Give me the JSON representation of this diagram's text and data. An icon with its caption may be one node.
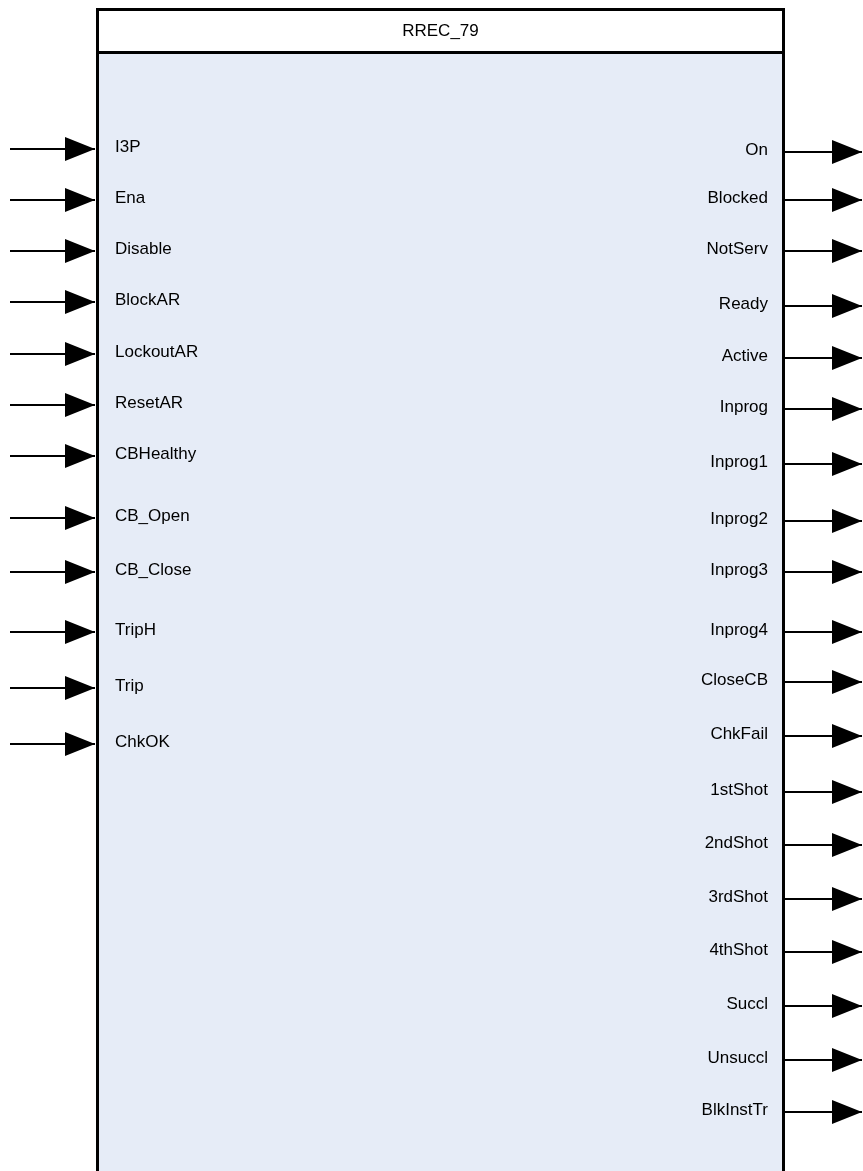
{
  "diagram": {
    "nodes": [
      {
        "text": [
          "RREC_79"
        ]
      },
      {
        "text": [
          "I3P"
        ],
        "in": 0
      },
      {
        "text": [
          "On"
        ],
        "in": 0
      },
      {
        "text": [
          "Ena"
        ],
        "in": 0
      },
      {
        "text": [
          "Blocked"
        ],
        "in": 0
      },
      {
        "text": [
          "Disable"
        ],
        "in": 0
      },
      {
        "text": [
          "NotServ"
        ],
        "in": 0
      },
      {
        "text": [
          "BlockAR"
        ],
        "in": 0
      },
      {
        "text": [
          "Ready"
        ],
        "in": 0
      },
      {
        "text": [
          "LockoutAR"
        ],
        "in": 0
      },
      {
        "text": [
          "Active"
        ],
        "in": 0
      },
      {
        "text": [
          "ResetAR"
        ],
        "in": 0
      },
      {
        "text": [
          "Inprog"
        ],
        "in": 0
      },
      {
        "text": [
          "CBHealthy"
        ],
        "in": 0
      },
      {
        "text": [
          "Inprog1"
        ],
        "in": 0
      },
      {
        "text": [
          "CB_Open"
        ],
        "in": 0
      },
      {
        "text": [
          "Inprog2"
        ],
        "in": 0
      },
      {
        "text": [
          "CB_Close"
        ],
        "in": 0
      },
      {
        "text": [
          "Inprog3"
        ],
        "in": 0
      },
      {
        "text": [
          "TripH"
        ],
        "in": 0
      },
      {
        "text": [
          "Inprog4"
        ],
        "in": 0
      },
      {
        "text": [
          "Trip"
        ],
        "in": 0
      },
      {
        "text": [
          "CloseCB"
        ],
        "in": 0
      },
      {
        "text": [
          "ChkOK"
        ],
        "in": 0
      },
      {
        "text": [
          "ChkFail"
        ],
        "in": 0
      },
      {
        "text": [
          "1stShot"
        ],
        "in": 0
      },
      {
        "text": [
          "2ndShot"
        ],
        "in": 0
      },
      {
        "text": [
          "3rdShot"
        ],
        "in": 0
      },
      {
        "text": [
          "4thShot"
        ],
        "in": 0
      },
      {
        "text": [
          "Succl"
        ],
        "in": 0
      },
      {
        "text": [
          "Unsuccl"
        ],
        "in": 0
      },
      {
        "text": [
          "BlkInstTr"
        ],
        "in": 0
      }
    ],
    "edges": [
      {
        "from": null,
        "to": 1,
        "arrow": "to"
      },
      {
        "from": 2,
        "to": null,
        "arrow": "to"
      },
      {
        "from": null,
        "to": 3,
        "arrow": "to"
      },
      {
        "from": 4,
        "to": null,
        "arrow": "to"
      },
      {
        "from": null,
        "to": 5,
        "arrow": "to"
      },
      {
        "from": 6,
        "to": null,
        "arrow": "to"
      },
      {
        "from": null,
        "to": 7,
        "arrow": "to"
      },
      {
        "from": 8,
        "to": null,
        "arrow": "to"
      },
      {
        "from": null,
        "to": 9,
        "arrow": "to"
      },
      {
        "from": 10,
        "to": null,
        "arrow": "to"
      },
      {
        "from": null,
        "to": 11,
        "arrow": "to"
      },
      {
        "from": 12,
        "to": null,
        "arrow": "to"
      },
      {
        "from": null,
        "to": 13,
        "arrow": "to"
      },
      {
        "from": 14,
        "to": null,
        "arrow": "to"
      },
      {
        "from": null,
        "to": 15,
        "arrow": "to"
      },
      {
        "from": 16,
        "to": null,
        "arrow": "to"
      },
      {
        "from": null,
        "to": 17,
        "arrow": "to"
      },
      {
        "from": 18,
        "to": null,
        "arrow": "to"
      },
      {
        "from": null,
        "to": 19,
        "arrow": "to"
      },
      {
        "from": 20,
        "to": null,
        "arrow": "to"
      },
      {
        "from": null,
        "to": 21,
        "arrow": "to"
      },
      {
        "from": 22,
        "to": null,
        "arrow": "to"
      },
      {
        "from": null,
        "to": 23,
        "arrow": "to"
      },
      {
        "from": 24,
        "to": null,
        "arrow": "to"
      },
      {
        "from": 25,
        "to": null,
        "arrow": "to"
      },
      {
        "from": 26,
        "to": null,
        "arrow": "to"
      },
      {
        "from": 27,
        "to": null,
        "arrow": "to"
      },
      {
        "from": 28,
        "to": null,
        "arrow": "to"
      },
      {
        "from": 29,
        "to": null,
        "arrow": "to"
      },
      {
        "from": 30,
        "to": null,
        "arrow": "to"
      },
      {
        "from": 31,
        "to": null,
        "arrow": "to"
      }
    ]
  }
}
